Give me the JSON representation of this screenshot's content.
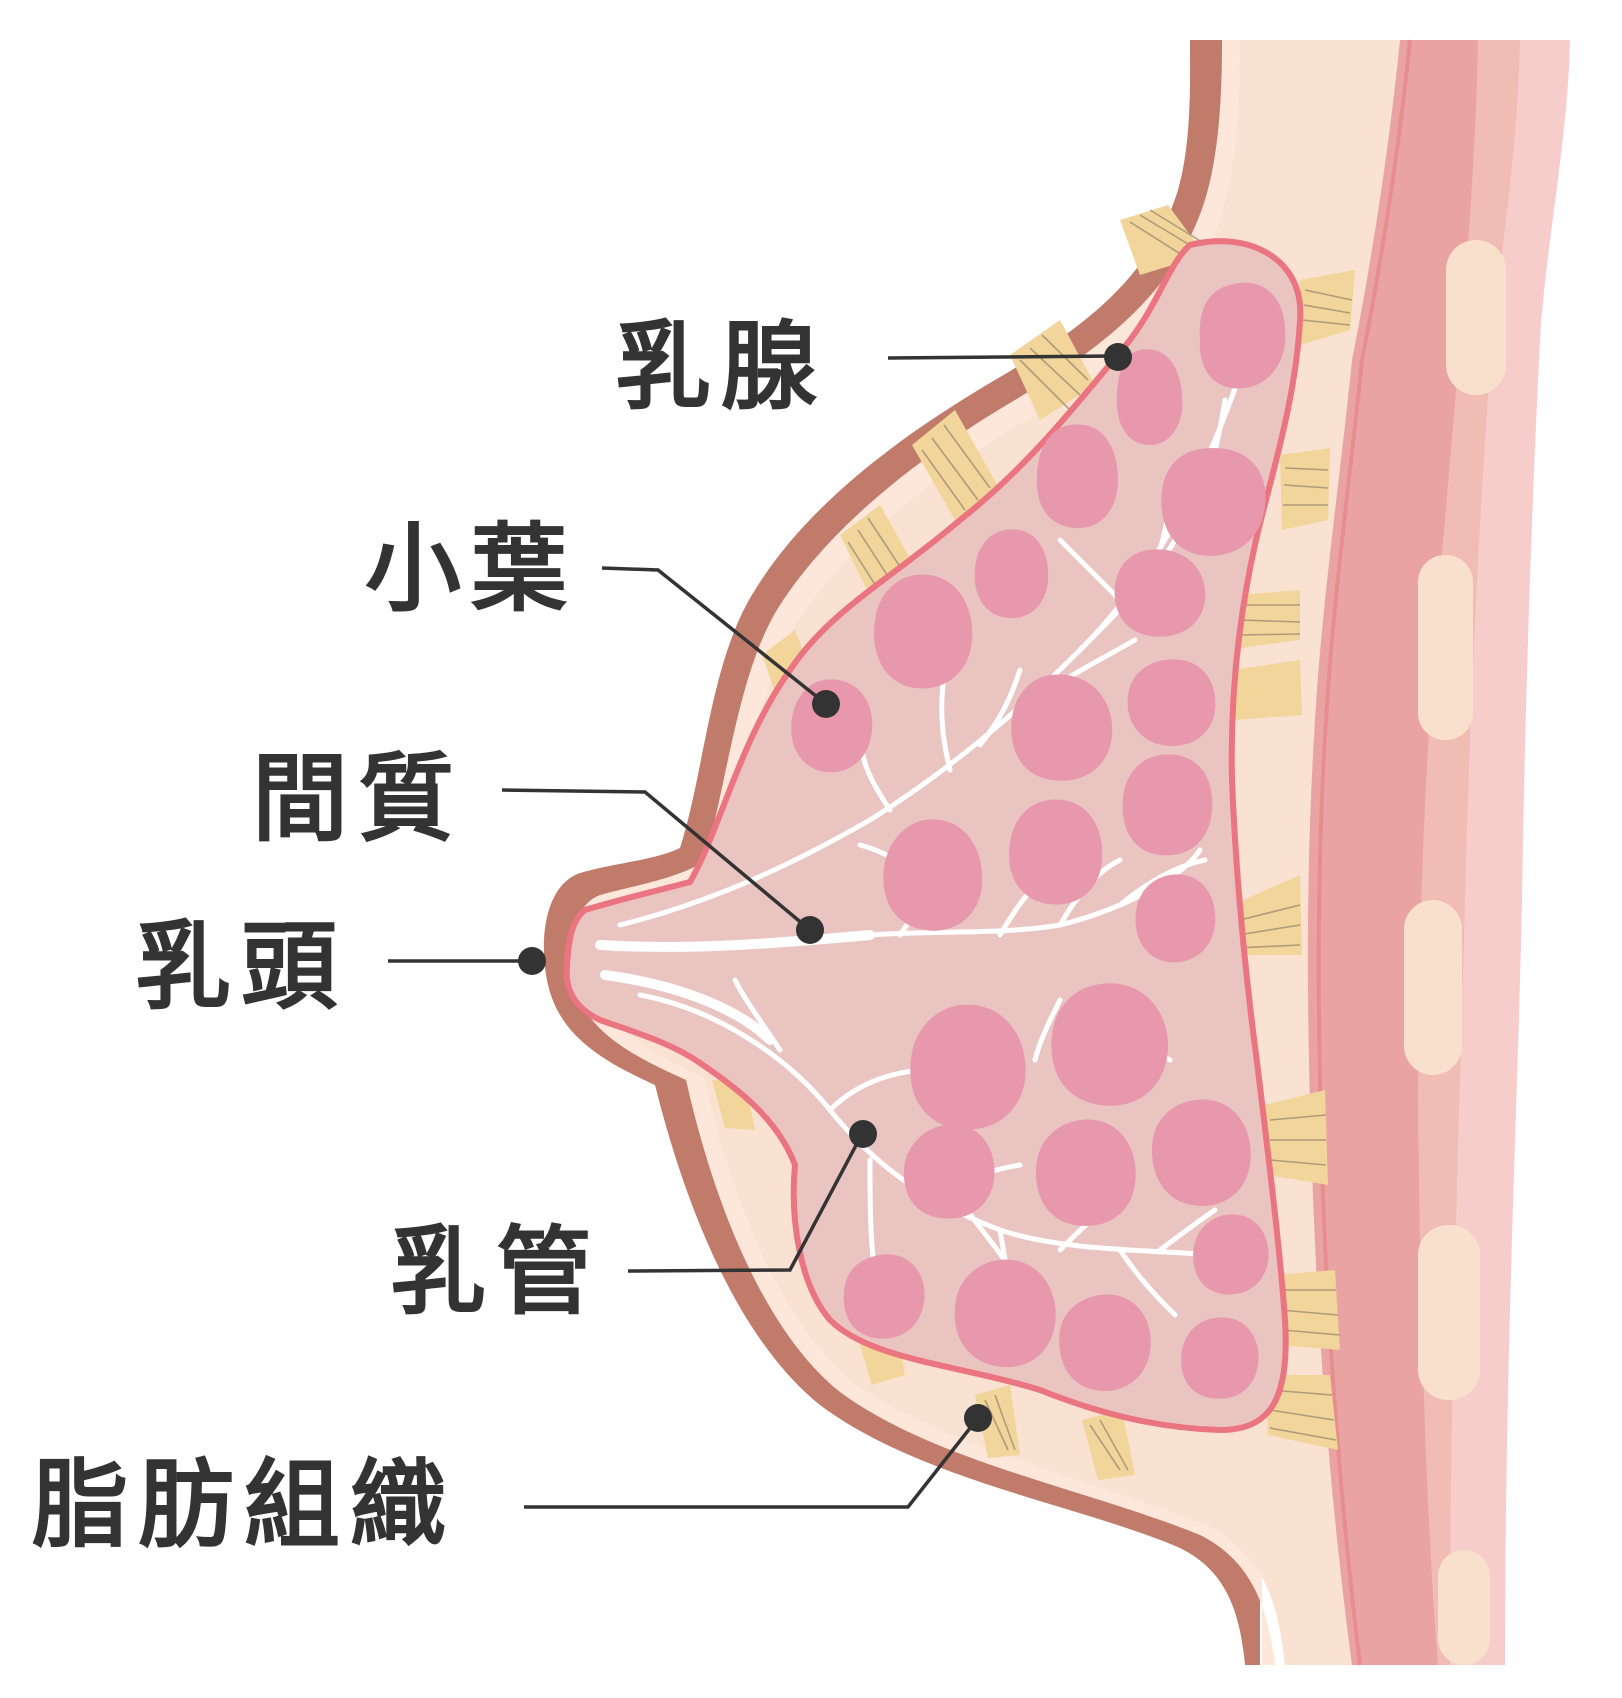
{
  "labels": {
    "mammary_gland": "乳腺",
    "lobule": "小葉",
    "stroma": "間質",
    "nipple": "乳頭",
    "duct": "乳管",
    "fat_tissue": "脂肪組織"
  },
  "colors": {
    "skin_outline": "#c07b6a",
    "skin_inner": "#fde6da",
    "fat": "#f9e2d1",
    "fat_bundle": "#f1d59a",
    "gland_fill": "#eac4c1",
    "gland_outline": "#ea7480",
    "lobule": "#e798ad",
    "duct": "#ffffff",
    "muscle_dark": "#e9a3a3",
    "muscle_light": "#f0bcb3",
    "chest_wall": "#f7cdcb",
    "rib": "#f9e0cc",
    "text": "#333333"
  }
}
